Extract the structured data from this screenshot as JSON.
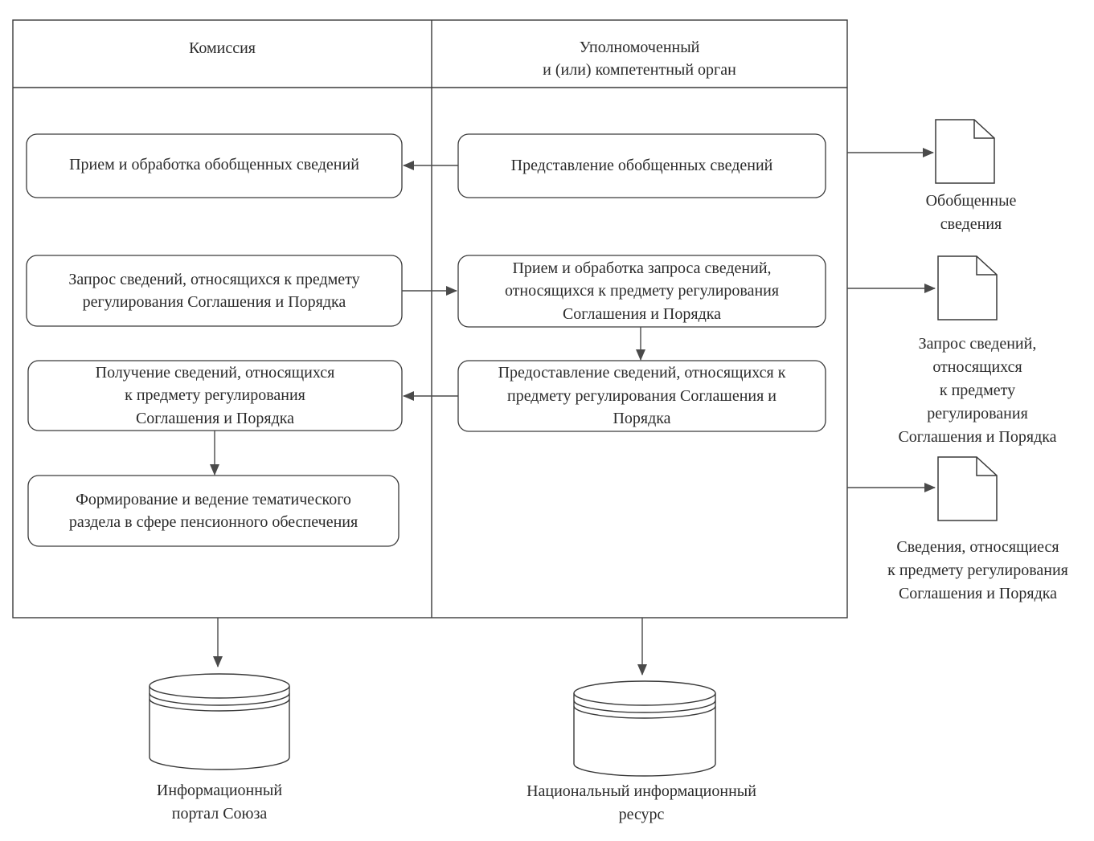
{
  "lanes": {
    "commission": "Комиссия",
    "authority": "Уполномоченный\nи (или) компетентный орган"
  },
  "processes": {
    "receive_summary": "Прием и обработка обобщенных сведений",
    "submit_summary": "Представление обобщенных сведений",
    "request_info": "Запрос сведений, относящихся к предмету\nрегулирования Соглашения и Порядка",
    "process_request": "Прием и обработка запроса сведений,\nотносящихся к предмету регулирования\nСоглашения и Порядка",
    "receive_info": "Получение сведений, относящихся\nк предмету регулирования\nСоглашения и Порядка",
    "provide_info": "Предоставление сведений, относящихся к\nпредмету регулирования Соглашения и\nПорядка",
    "form_section": "Формирование и ведение тематического\nраздела в сфере пенсионного обеспечения"
  },
  "documents": {
    "summary": "Обобщенные\nсведения",
    "request": "Запрос сведений,\nотносящихся\nк предмету\nрегулирования\nСоглашения и Порядка",
    "info": "Сведения, относящиеся\nк предмету регулирования\nСоглашения и Порядка"
  },
  "databases": {
    "union_portal": "Информационный\nпортал Союза",
    "national_resource": "Национальный информационный\nресурс"
  },
  "colors": {
    "line": "#3a3a3a",
    "arrow": "#4a4a4a"
  }
}
